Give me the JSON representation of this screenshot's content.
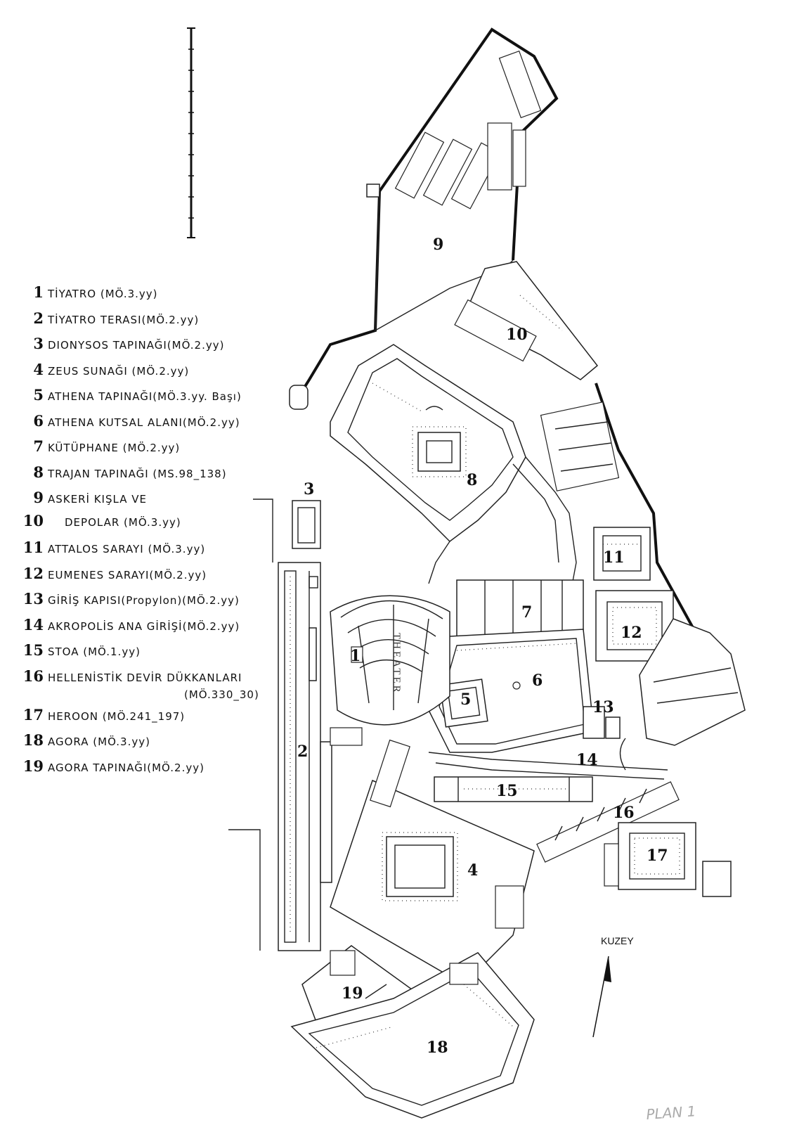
{
  "legend": [
    {
      "num": "1",
      "label": "TİYATRO (MÖ.3.yy)"
    },
    {
      "num": "2",
      "label": "TİYATRO TERASI(MÖ.2.yy)"
    },
    {
      "num": "3",
      "label": "DIONYSOS TAPINAĞI(MÖ.2.yy)"
    },
    {
      "num": "4",
      "label": "ZEUS SUNAĞI (MÖ.2.yy)"
    },
    {
      "num": "5",
      "label": "ATHENA TAPINAĞI(MÖ.3.yy. Başı)"
    },
    {
      "num": "6",
      "label": "ATHENA KUTSAL ALANI(MÖ.2.yy)"
    },
    {
      "num": "7",
      "label": "KÜTÜPHANE (MÖ.2.yy)"
    },
    {
      "num": "8",
      "label": "TRAJAN TAPINAĞI (MS.98_138)"
    },
    {
      "num": "9",
      "label": "ASKERİ KIŞLA VE"
    },
    {
      "num": "10",
      "label": "DEPOLAR (MÖ.3.yy)"
    },
    {
      "num": "11",
      "label": "ATTALOS SARAYI (MÖ.3.yy)"
    },
    {
      "num": "12",
      "label": "EUMENES SARAYI(MÖ.2.yy)"
    },
    {
      "num": "13",
      "label": "GİRİŞ KAPISI(Propylon)(MÖ.2.yy)"
    },
    {
      "num": "14",
      "label": "AKROPOLİS ANA GİRİŞİ(MÖ.2.yy)"
    },
    {
      "num": "15",
      "label": "STOA (MÖ.1.yy)"
    },
    {
      "num": "16",
      "label": "HELLENİSTİK DEVİR DÜKKANLARI"
    },
    {
      "num": "17",
      "label": "HEROON (MÖ.241_197)"
    },
    {
      "num": "18",
      "label": "AGORA (MÖ.3.yy)"
    },
    {
      "num": "19",
      "label": "AGORA TAPINAĞI(MÖ.2.yy)"
    }
  ],
  "legend_continuation": "(MÖ.330_30)",
  "plan": {
    "labels": {
      "n1": "1",
      "n2": "2",
      "n3": "3",
      "n4": "4",
      "n5": "5",
      "n6": "6",
      "n7": "7",
      "n8": "8",
      "n9": "9",
      "n10": "10",
      "n11": "11",
      "n12": "12",
      "n13": "13",
      "n14": "14",
      "n15": "15",
      "n16": "16",
      "n17": "17",
      "n18": "18",
      "n19": "19"
    },
    "theater_text": "THEATER",
    "north_label": "KUZEY",
    "plan_note": "PLAN 1"
  }
}
